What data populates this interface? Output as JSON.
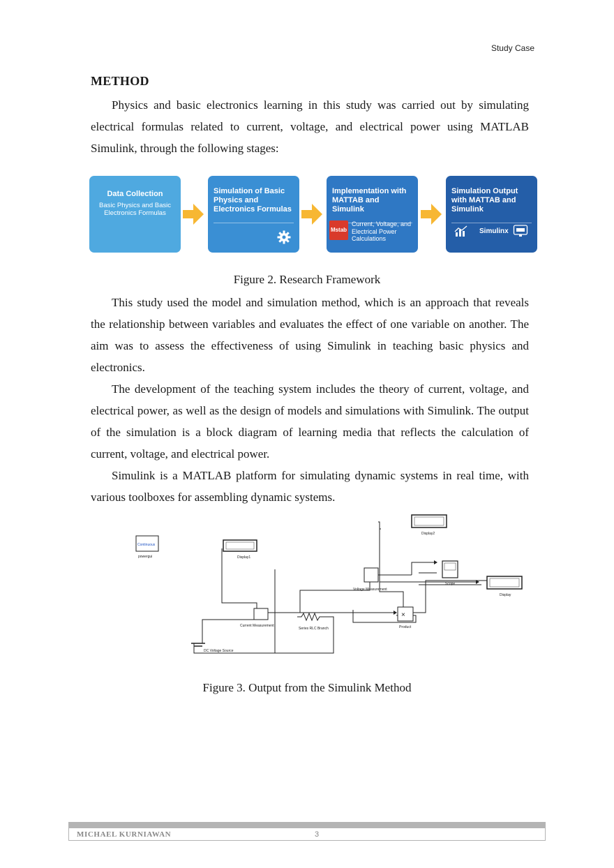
{
  "header": {
    "running_title": "Study Case"
  },
  "section": {
    "title": "METHOD",
    "paragraphs": [
      "Physics and basic electronics learning in this study was carried out by simulating electrical formulas related to current, voltage, and electrical power using MATLAB Simulink, through the following stages:"
    ]
  },
  "figure2": {
    "caption": "Figure 2. Research Framework",
    "stages": [
      {
        "title": "Data Collection",
        "desc": "Basic Physics and Basic Electronics Formulas"
      },
      {
        "title": "Simulation of Basic Physics and Electronics Formulas",
        "icon": "gear-icon"
      },
      {
        "title": "Implementation with MATTAB and Simulink",
        "badge": "Mstab",
        "desc": "Current, Voltage, and Electrical Power Calculations"
      },
      {
        "title": "Simulation Output with MATTAB and Simulink",
        "badge": "Simulinx",
        "icons": [
          "chart-icon",
          "display-icon"
        ]
      }
    ],
    "arrow_color": "#f7b733"
  },
  "body": {
    "paragraphs": [
      "This study used the model and simulation method, which is an approach that reveals the relationship between variables and evaluates the effect of one variable on another. The aim was to assess the effectiveness of using Simulink in teaching basic physics and electronics.",
      "The development of the teaching system includes the theory of current, voltage, and electrical power, as well as the design of models and simulations with Simulink. The output of the simulation is a block diagram of learning media that reflects the calculation of current, voltage, and electrical power.",
      "Simulink is a MATLAB platform for simulating dynamic systems in real time, with various toolboxes for assembling dynamic systems."
    ]
  },
  "figure3": {
    "caption": "Figure 3. Output from the Simulink Method",
    "blocks": {
      "powergui": "Continuous",
      "powergui_label": "powergui",
      "display1": "Display1",
      "display2": "Display2",
      "display": "Display",
      "voltage_measurement": "Voltage Measurement",
      "scope": "Scope",
      "current_measurement": "Current Measurement",
      "rlc": "Series RLC Branch",
      "product": "Product",
      "dc_source": "DC Voltage Source"
    }
  },
  "footer": {
    "author": "MICHAEL KURNIAWAN",
    "page": "3"
  }
}
